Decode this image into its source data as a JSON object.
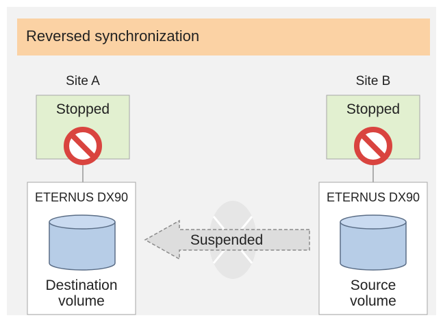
{
  "colors": {
    "background_panel": "#f2f2f2",
    "header_bar": "#fbd2a4",
    "status_box": "#e2f0d0",
    "box_border": "#a6a6a6",
    "stop_icon_red": "#d9443f",
    "volume_fill": "#b7cde7",
    "volume_border": "#5a6d86",
    "arrow_fill": "#d9d9d9",
    "arrow_border": "#8a8a8a",
    "suspend_shape": "#e6e6e6"
  },
  "header": {
    "title": "Reversed synchronization"
  },
  "site_a": {
    "label": "Site A",
    "status": "Stopped",
    "status_icon": "prohibited-icon",
    "device": "ETERNUS DX90",
    "volume": [
      "Destination",
      "volume"
    ]
  },
  "site_b": {
    "label": "Site B",
    "status": "Stopped",
    "status_icon": "prohibited-icon",
    "device": "ETERNUS DX90",
    "volume": [
      "Source",
      "volume"
    ]
  },
  "link": {
    "label": "Suspended",
    "direction": "from Site B to Site A",
    "icon": "suspended-icon"
  }
}
